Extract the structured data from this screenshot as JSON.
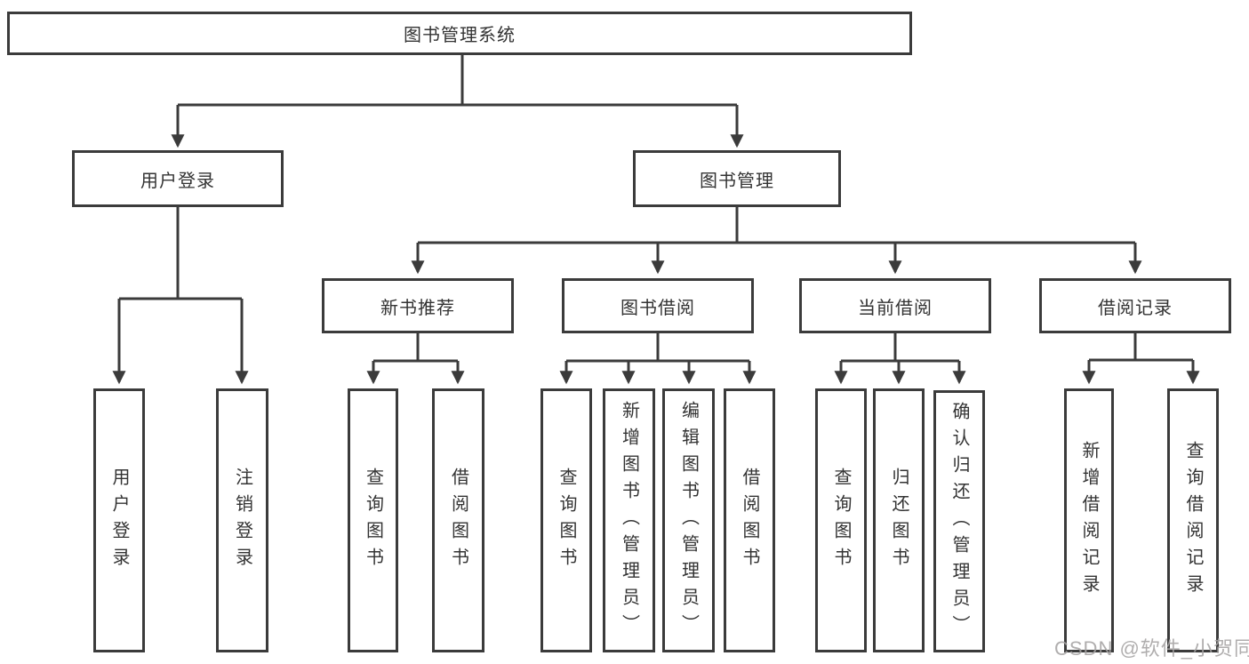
{
  "tree": {
    "root": "图书管理系统",
    "children": [
      {
        "label": "用户登录",
        "children": [
          "用户登录",
          "注销登录"
        ]
      },
      {
        "label": "图书管理",
        "children": [
          {
            "label": "新书推荐",
            "children": [
              "查询图书",
              "借阅图书"
            ]
          },
          {
            "label": "图书借阅",
            "children": [
              "查询图书",
              "新增图书（管理员）",
              "编辑图书（管理员）",
              "借阅图书"
            ]
          },
          {
            "label": "当前借阅",
            "children": [
              "查询图书",
              "归还图书",
              "确认归还（管理员）"
            ]
          },
          {
            "label": "借阅记录",
            "children": [
              "新增借阅记录",
              "查询借阅记录"
            ]
          }
        ]
      }
    ]
  },
  "watermark": {
    "text": "CSDN @软件_小贺同学"
  },
  "colors": {
    "line": "#3b3b3b",
    "text": "#333333",
    "watermark": "#a5a3a3",
    "background": "#ffffff"
  }
}
